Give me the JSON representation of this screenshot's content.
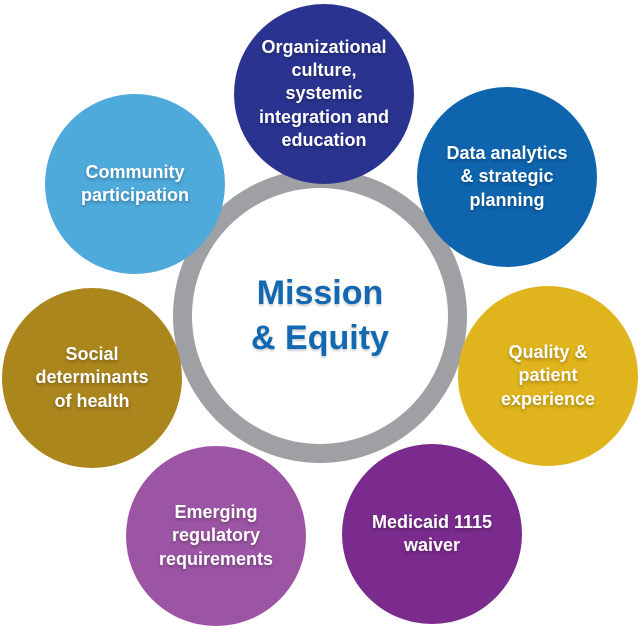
{
  "diagram": {
    "center": {
      "label": "Mission\n& Equity",
      "text_color": "#1268B1",
      "fill": "#FFFFFF",
      "ring_color": "#9EA0A3"
    },
    "nodes": [
      {
        "id": "organizational-culture",
        "label": "Organizational\nculture,\nsystemic\nintegration and\neducation",
        "color": "#2A3490",
        "text_color": "#FFFFFF"
      },
      {
        "id": "data-analytics",
        "label": "Data analytics\n& strategic\nplanning",
        "color": "#0E65AE",
        "text_color": "#FFFFFF"
      },
      {
        "id": "quality-patient",
        "label": "Quality &\npatient\nexperience",
        "color": "#E0B41C",
        "text_color": "#FFFFFF"
      },
      {
        "id": "medicaid-waiver",
        "label": "Medicaid 1115\nwaiver",
        "color": "#7A2B8D",
        "text_color": "#FFFFFF"
      },
      {
        "id": "emerging-regulatory",
        "label": "Emerging\nregulatory\nrequirements",
        "color": "#9C55A4",
        "text_color": "#FFFFFF"
      },
      {
        "id": "social-determinants",
        "label": "Social\ndeterminants\nof health",
        "color": "#AB861C",
        "text_color": "#FFFFFF"
      },
      {
        "id": "community-participation",
        "label": "Community\nparticipation",
        "color": "#4FAADC",
        "text_color": "#FFFFFF"
      }
    ]
  }
}
